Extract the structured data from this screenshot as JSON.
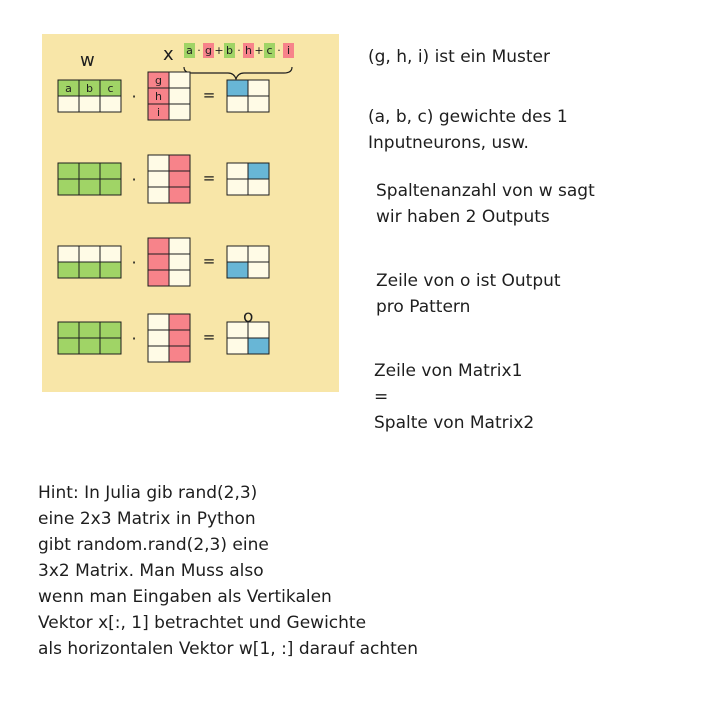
{
  "labels": {
    "w": "w",
    "x": "x",
    "o": "o",
    "dot": "·",
    "eq": "="
  },
  "weights": [
    "a",
    "b",
    "c"
  ],
  "inputs": [
    "g",
    "h",
    "i"
  ],
  "formula": {
    "terms": [
      {
        "w": "a",
        "x": "g"
      },
      {
        "w": "b",
        "x": "h"
      },
      {
        "w": "c",
        "x": "i"
      }
    ],
    "times": "·",
    "plus": "+"
  },
  "colors": {
    "panel": "#f8e6a8",
    "green": "#a0d466",
    "red": "#f7838a",
    "blue": "#68b6d6",
    "stroke": "#1e1e1e"
  },
  "notes": [
    "(g, h, i) ist ein Muster",
    "(a, b, c) gewichte des 1\nInputneurons, usw.",
    "Spaltenanzahl von w sagt\nwir haben 2 Outputs",
    "Zeile von o ist Output\npro Pattern",
    "Zeile von Matrix1\n=\nSpalte von Matrix2"
  ],
  "hint": "Hint: In Julia gib rand(2,3)\neine 2x3 Matrix in Python\ngibt random.rand(2,3) eine\n3x2 Matrix. Man Muss also\nwenn man Eingaben als Vertikalen\nVektor x[:, 1] betrachtet und Gewichte\nals horizontalen Vektor w[1, :] darauf achten"
}
